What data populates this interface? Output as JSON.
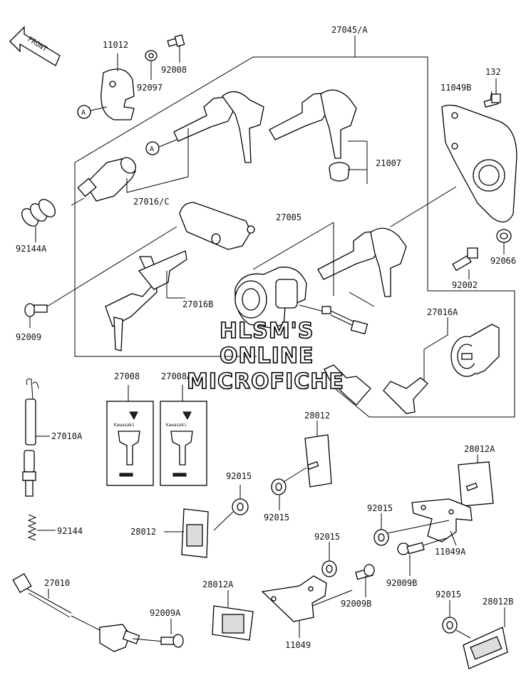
{
  "watermark": {
    "line1": "HLSM'S",
    "line2": "ONLINE",
    "line3": "MICROFICHE"
  },
  "front_arrow": "FRONT",
  "callout_a": "A",
  "labels": {
    "p11012": "11012",
    "p92008": "92008",
    "p92097": "92097",
    "p27045A": "27045/A",
    "p132": "132",
    "p11049B": "11049B",
    "p21007": "21007",
    "p27016C": "27016/C",
    "p92144A": "92144A",
    "p27005": "27005",
    "p92066": "92066",
    "p92002": "92002",
    "p27016B": "27016B",
    "p92009": "92009",
    "p27016A": "27016A",
    "p27008": "27008",
    "p27008A": "27008A",
    "p27010A": "27010A",
    "p28012_top": "28012",
    "p28012A_right": "28012A",
    "p92015_a": "92015",
    "p92015_b": "92015",
    "p92015_c": "92015",
    "p92015_d": "92015",
    "p92015_e": "92015",
    "p28012_left": "28012",
    "p92144": "92144",
    "p11049A": "11049A",
    "p92009B_a": "92009B",
    "p92009B_b": "92009B",
    "p27010": "27010",
    "p28012A_bottom": "28012A",
    "p92009A": "92009A",
    "p11049": "11049",
    "p28012B": "28012B"
  },
  "key_tag_brand": "Kawasaki"
}
